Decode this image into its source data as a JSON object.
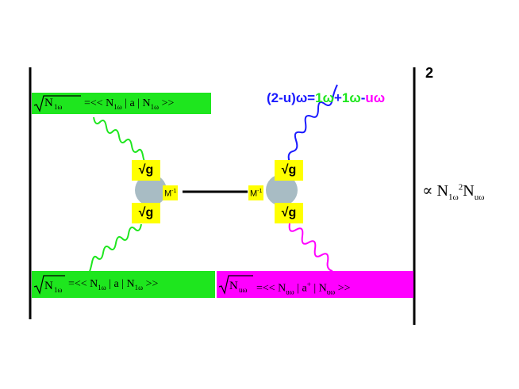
{
  "boxes": {
    "top_left": {
      "sqrt_sub": "1ω",
      "equation": "=<< N",
      "eq_sub1": "1ω",
      "eq_mid": " | a | N",
      "eq_sub2": "1ω",
      "eq_end": " >>",
      "color": "#1ee61e"
    },
    "bottom_left": {
      "sqrt_sub": "1ω",
      "equation": "=<< N",
      "eq_sub1": "1ω",
      "eq_mid": " | a | N",
      "eq_sub2": "1ω",
      "eq_end": " >>",
      "color": "#1ee61e"
    },
    "bottom_right": {
      "sqrt_sub": "uω",
      "equation": "=<< N",
      "eq_sub1": "uω",
      "eq_mid": " | a",
      "eq_sup": "+",
      "eq_mid2": " | N",
      "eq_sub2": "uω",
      "eq_end": " >>",
      "color": "#ff00ff"
    }
  },
  "vertices": {
    "coupling_label": "√g",
    "mass_label": "M",
    "mass_exp": "-1"
  },
  "outgoing": {
    "part1": "(2-u)ω=",
    "part2": "1ω",
    "part3": "+",
    "part4": "1ω",
    "part5": "-",
    "part6": "uω",
    "color_blue": "#1a1aff",
    "color_green": "#1ee61e",
    "color_magenta": "#ff00ff"
  },
  "square_exponent": "2",
  "proportional": {
    "symbol": "∝ N",
    "sub1": "1ω",
    "sup": "2",
    "n2": "N",
    "sub2": "uω"
  }
}
